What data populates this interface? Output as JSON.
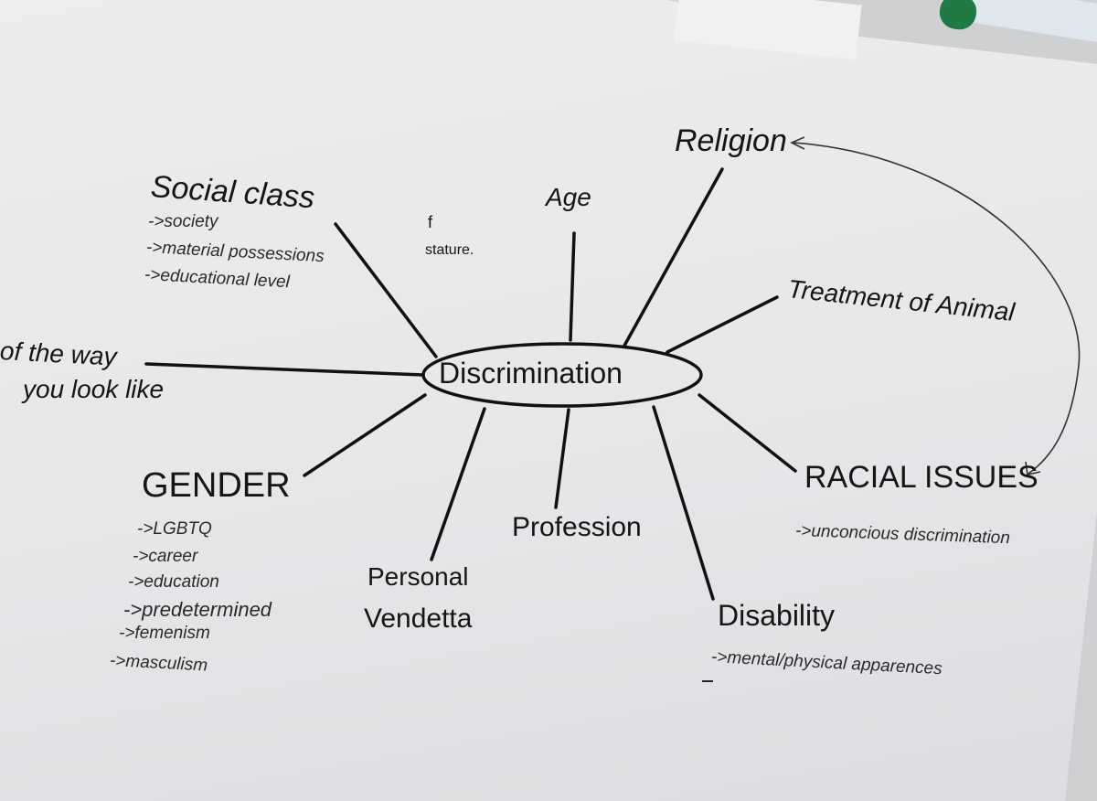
{
  "center": "Discrimination",
  "nodes": {
    "religion": "Religion",
    "age": "Age",
    "social_class": {
      "label": "Social class",
      "items": [
        "->society",
        "->material possessions",
        "->educational level"
      ]
    },
    "stature": {
      "mark": "f",
      "label": "stature."
    },
    "looks": {
      "line1": "of the way",
      "line2": "you look like"
    },
    "animals": "Treatment of Animal",
    "racial": {
      "label": "RACIAL ISSUES",
      "items": [
        "->unconcious discrimination"
      ]
    },
    "gender": {
      "label": "GENDER",
      "items": [
        "->LGBTQ",
        "->career",
        "->education",
        "->predetermined",
        "->femenism",
        "->masculism"
      ]
    },
    "vendetta": {
      "line1": "Personal",
      "line2": "Vendetta"
    },
    "profession": "Profession",
    "disability": {
      "label": "Disability",
      "items": [
        "->mental/physical apparences"
      ]
    }
  }
}
